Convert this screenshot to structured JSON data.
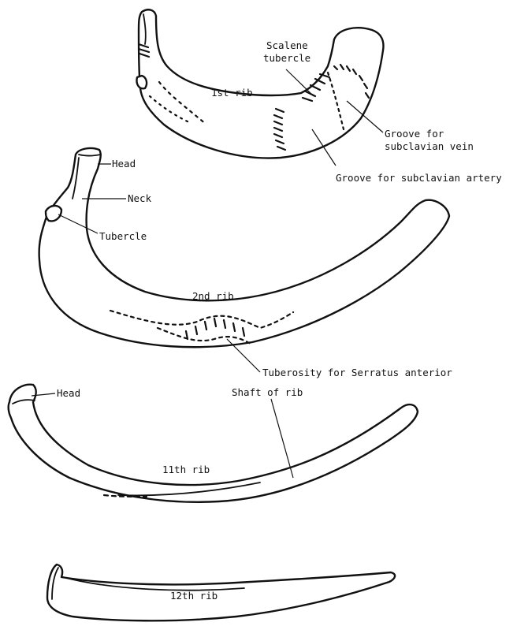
{
  "labels": {
    "rib1": "1st rib",
    "rib2": "2nd rib",
    "rib11": "11th rib",
    "rib12": "12th rib",
    "scalene_tubercle": [
      "Scalene",
      "tubercle"
    ],
    "groove_vein": [
      "Groove for",
      "subclavian vein"
    ],
    "groove_artery": "Groove for subclavian artery",
    "head_rib2": "Head",
    "neck_rib2": "Neck",
    "tubercle_rib2": "Tubercle",
    "tuberosity_serratus": "Tuberosity for Serratus anterior",
    "head_rib11": "Head",
    "shaft_of_rib": "Shaft of rib"
  },
  "colors": {
    "ink": "#111111",
    "background": "#ffffff"
  }
}
